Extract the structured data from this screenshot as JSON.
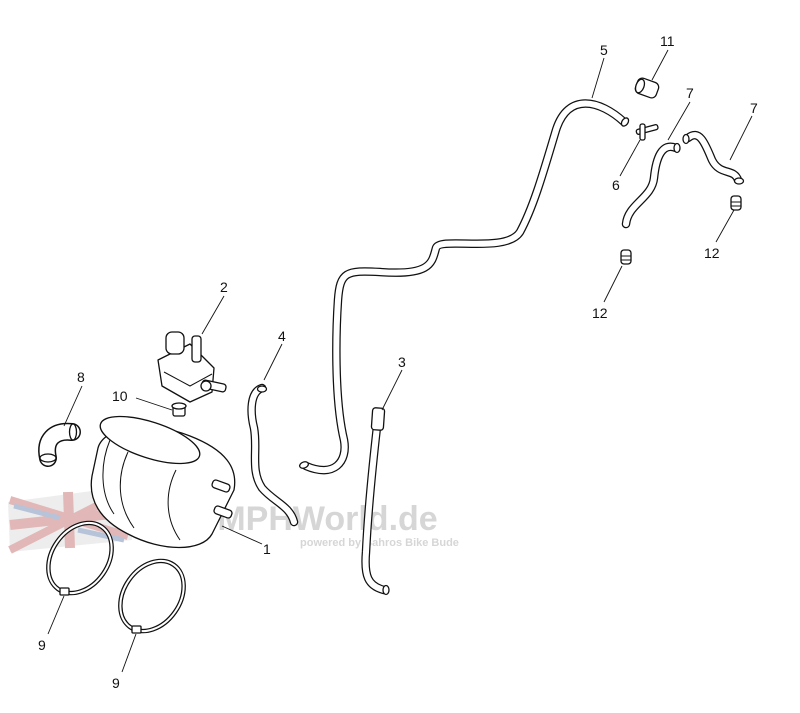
{
  "diagram": {
    "callouts": [
      {
        "id": "c1",
        "label": "1"
      },
      {
        "id": "c2",
        "label": "2"
      },
      {
        "id": "c3",
        "label": "3"
      },
      {
        "id": "c4",
        "label": "4"
      },
      {
        "id": "c5",
        "label": "5"
      },
      {
        "id": "c6",
        "label": "6"
      },
      {
        "id": "c7a",
        "label": "7"
      },
      {
        "id": "c7b",
        "label": "7"
      },
      {
        "id": "c8",
        "label": "8"
      },
      {
        "id": "c9a",
        "label": "9"
      },
      {
        "id": "c9b",
        "label": "9"
      },
      {
        "id": "c10",
        "label": "10"
      },
      {
        "id": "c11",
        "label": "11"
      },
      {
        "id": "c12a",
        "label": "12"
      },
      {
        "id": "c12b",
        "label": "12"
      }
    ]
  },
  "watermark": {
    "brand": "TRIUMPHWorld.de",
    "tagline": "powered by Bahros Bike Bude",
    "colors": {
      "red": "#d9a0a0",
      "blue": "#9fb0cc",
      "gray": "#c9c9c9"
    }
  }
}
